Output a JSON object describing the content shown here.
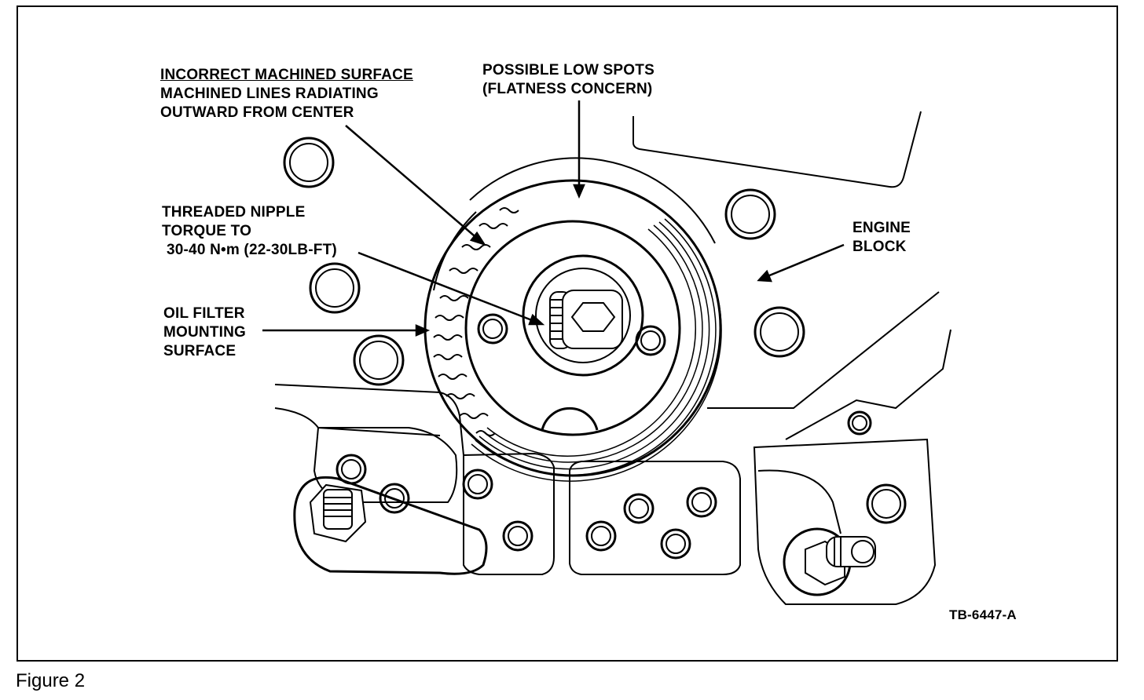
{
  "labels": {
    "incorrect_title": "INCORRECT  MACHINED SURFACE",
    "incorrect_line2": "MACHINED LINES RADIATING",
    "incorrect_line3": "OUTWARD FROM CENTER",
    "low_spots_line1": "POSSIBLE LOW SPOTS",
    "low_spots_line2": "(FLATNESS CONCERN)",
    "nipple_line1": "THREADED NIPPLE",
    "nipple_line2": "TORQUE TO",
    "nipple_line3": "30-40 N•m (22-30LB-FT)",
    "filter_line1": "OIL FILTER",
    "filter_line2": "MOUNTING",
    "filter_line3": "SURFACE",
    "engine_line1": "ENGINE",
    "engine_line2": "BLOCK",
    "figure_code": "TB-6447-A"
  },
  "caption": "Figure 2"
}
